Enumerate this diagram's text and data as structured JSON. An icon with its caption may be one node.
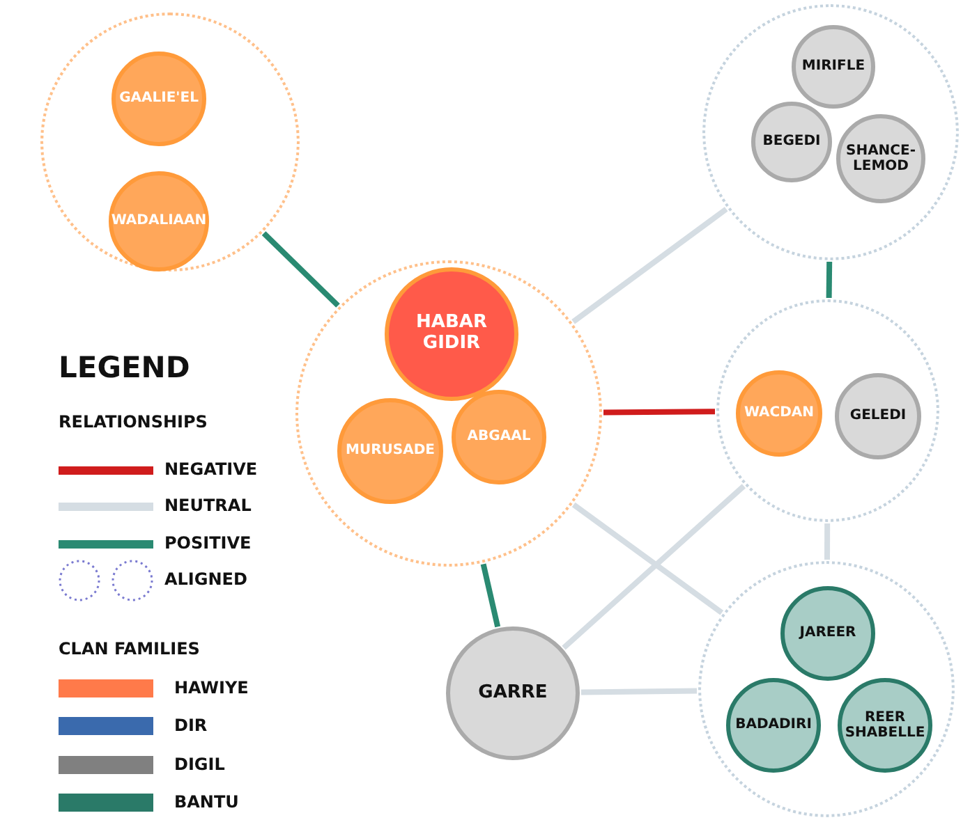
{
  "diagram": {
    "nodes": [
      {
        "text": [],
        "shape": "circle"
      },
      {
        "text": [
          "GAALIE'EL"
        ],
        "in": 0
      },
      {
        "text": [
          "WADALIAAN"
        ],
        "in": 0
      },
      {
        "text": [],
        "shape": "circle"
      },
      {
        "text": [
          "MIRIFLE"
        ],
        "in": 3
      },
      {
        "text": [
          "BEGEDI"
        ],
        "in": 3
      },
      {
        "text": [
          "SHANCE-LEMOD"
        ],
        "in": 3
      },
      {
        "text": [],
        "shape": "circle"
      },
      {
        "text": [
          "HABAR GIDIR"
        ],
        "in": 7
      },
      {
        "text": [
          "MURUSADE"
        ],
        "in": 7
      },
      {
        "text": [
          "ABGAAL"
        ],
        "in": 7
      },
      {
        "text": [],
        "shape": "circle"
      },
      {
        "text": [
          "WACDAN"
        ],
        "in": 11
      },
      {
        "text": [
          "GELEDI"
        ],
        "in": 11
      },
      {
        "text": [
          "GARRE"
        ]
      },
      {
        "text": [],
        "shape": "circle"
      },
      {
        "text": [
          "JAREER"
        ],
        "in": 15
      },
      {
        "text": [
          "BADADIRI"
        ],
        "in": 15
      },
      {
        "text": [
          "REER SHABELLE"
        ],
        "in": 15
      }
    ],
    "edges": [
      {
        "from": 0,
        "to": 7,
        "arrow": "none",
        "color": "#2a8a72"
      },
      {
        "from": 7,
        "to": 3,
        "arrow": "none"
      },
      {
        "from": 3,
        "to": 11,
        "arrow": "none",
        "color": "#2a8a72"
      },
      {
        "from": 7,
        "to": 11,
        "arrow": "none",
        "color": "#d01c1c"
      },
      {
        "from": 7,
        "to": 14,
        "arrow": "none",
        "color": "#2a8a72"
      },
      {
        "from": 7,
        "to": 15,
        "arrow": "none"
      },
      {
        "from": 11,
        "to": 14,
        "arrow": "none"
      },
      {
        "from": 11,
        "to": 15,
        "arrow": "none"
      },
      {
        "from": 14,
        "to": 15,
        "arrow": "none"
      }
    ],
    "labels": [
      "LEGEND",
      "RELATIONSHIPS",
      "CLAN FAMILIES"
    ],
    "legend": [
      {
        "text": "NEGATIVE"
      },
      {
        "text": "NEUTRAL"
      },
      {
        "text": "POSITIVE"
      },
      {
        "text": "ALIGNED"
      },
      {
        "text": "HAWIYE",
        "color": "#ff7a4a"
      },
      {
        "text": "DIR",
        "color": "#3a6aad"
      },
      {
        "text": "DIGIL",
        "color": "#808080"
      },
      {
        "text": "BANTU",
        "color": "#2a7a68"
      }
    ]
  }
}
